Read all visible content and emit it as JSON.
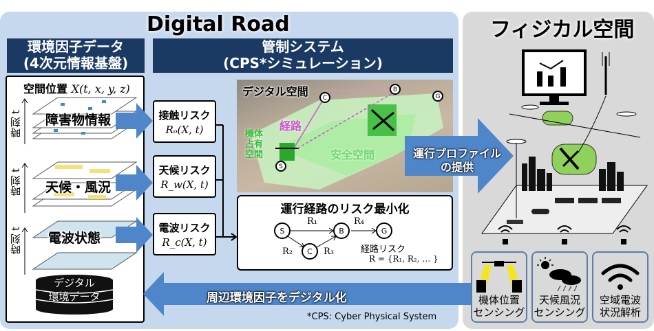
{
  "digital_road": {
    "title": "Digital Road",
    "env_data": {
      "header_line1": "環境因子データ",
      "header_line2": "(4次元情報基盤)",
      "space_label": "空間位置",
      "space_formula": "X(t, x, y, z)",
      "time_axis_label": "時刻 t",
      "layers": [
        {
          "label": "障害物情報",
          "color": "#3a8fb7"
        },
        {
          "label": "天候・風況",
          "color": "#f3e27a"
        },
        {
          "label": "電波状態",
          "color": "#9fc7d9"
        }
      ],
      "database_line1": "デジタル",
      "database_line2": "環境データ"
    },
    "risks": [
      {
        "label": "接触リスク",
        "formula": "Rₒ(X, t)"
      },
      {
        "label": "天候リスク",
        "formula": "R_w(X, t)"
      },
      {
        "label": "電波リスク",
        "formula": "R_c(X, t)"
      }
    ],
    "control": {
      "header_line1": "管制システム",
      "header_line2": "(CPS*シミュレーション)",
      "digital_space": {
        "title": "デジタル空間",
        "route_label": "経路",
        "occupied_label": [
          "機体",
          "占有",
          "空間"
        ],
        "safe_label": "安全空間",
        "nodes": [
          "S",
          "C",
          "B",
          "G"
        ]
      },
      "optimization": {
        "title": "運行経路のリスク最小化",
        "nodes": [
          "S",
          "C",
          "B",
          "G"
        ],
        "edges": [
          "R₁",
          "R₂",
          "R₃",
          "R₄"
        ],
        "route_risk_label": "経路リスク",
        "route_risk_formula": "R = {R₁, R₂, … }"
      }
    },
    "digitize_arrow": "周辺環境因子をデジタル化",
    "footnote": "*CPS: Cyber Physical System"
  },
  "provide_arrow": {
    "line1": "運行プロファイル",
    "line2": "の提供"
  },
  "physical": {
    "title": "フィジカル空間",
    "sensors": [
      {
        "line1": "機体位置",
        "line2": "センシング",
        "icon": "drone-spotlight-icon"
      },
      {
        "line1": "天候風況",
        "line2": "センシング",
        "icon": "weather-icon"
      },
      {
        "line1": "空域電波",
        "line2": "状況解析",
        "icon": "wifi-icon"
      }
    ]
  },
  "colors": {
    "digital_bg": "#c6d8ee",
    "physical_bg": "#d9d9d9",
    "navy": "#1b3a63",
    "arrow_blue": "#4f86c9",
    "safe_green": "#6cd96c",
    "route_pink": "#cc55cc"
  }
}
